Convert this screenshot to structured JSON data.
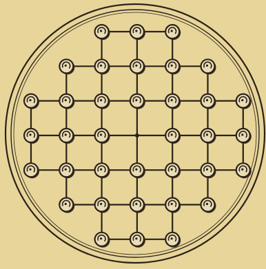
{
  "game": {
    "name": "",
    "colors": {
      "paper": "#e8d59a",
      "ink": "#2a2218",
      "peg_fill": "#e9dcb6",
      "peg_shadow": "#3a2f22"
    },
    "board": {
      "rows": 7,
      "cols": 7,
      "holes": [
        [
          0,
          0,
          1,
          1,
          1,
          0,
          0
        ],
        [
          0,
          1,
          1,
          1,
          1,
          1,
          0
        ],
        [
          1,
          1,
          1,
          1,
          1,
          1,
          1
        ],
        [
          1,
          1,
          1,
          1,
          1,
          1,
          1
        ],
        [
          1,
          1,
          1,
          1,
          1,
          1,
          1
        ],
        [
          0,
          1,
          1,
          1,
          1,
          1,
          0
        ],
        [
          0,
          0,
          1,
          1,
          1,
          0,
          0
        ]
      ],
      "pegs": [
        [
          0,
          0,
          1,
          1,
          1,
          0,
          0
        ],
        [
          0,
          1,
          1,
          1,
          1,
          1,
          0
        ],
        [
          1,
          1,
          1,
          1,
          1,
          1,
          1
        ],
        [
          1,
          1,
          1,
          0,
          1,
          1,
          1
        ],
        [
          1,
          1,
          1,
          1,
          1,
          1,
          1
        ],
        [
          0,
          1,
          1,
          1,
          1,
          1,
          0
        ],
        [
          0,
          0,
          1,
          1,
          1,
          0,
          0
        ]
      ],
      "empty_center_label": "empty-hole"
    }
  }
}
